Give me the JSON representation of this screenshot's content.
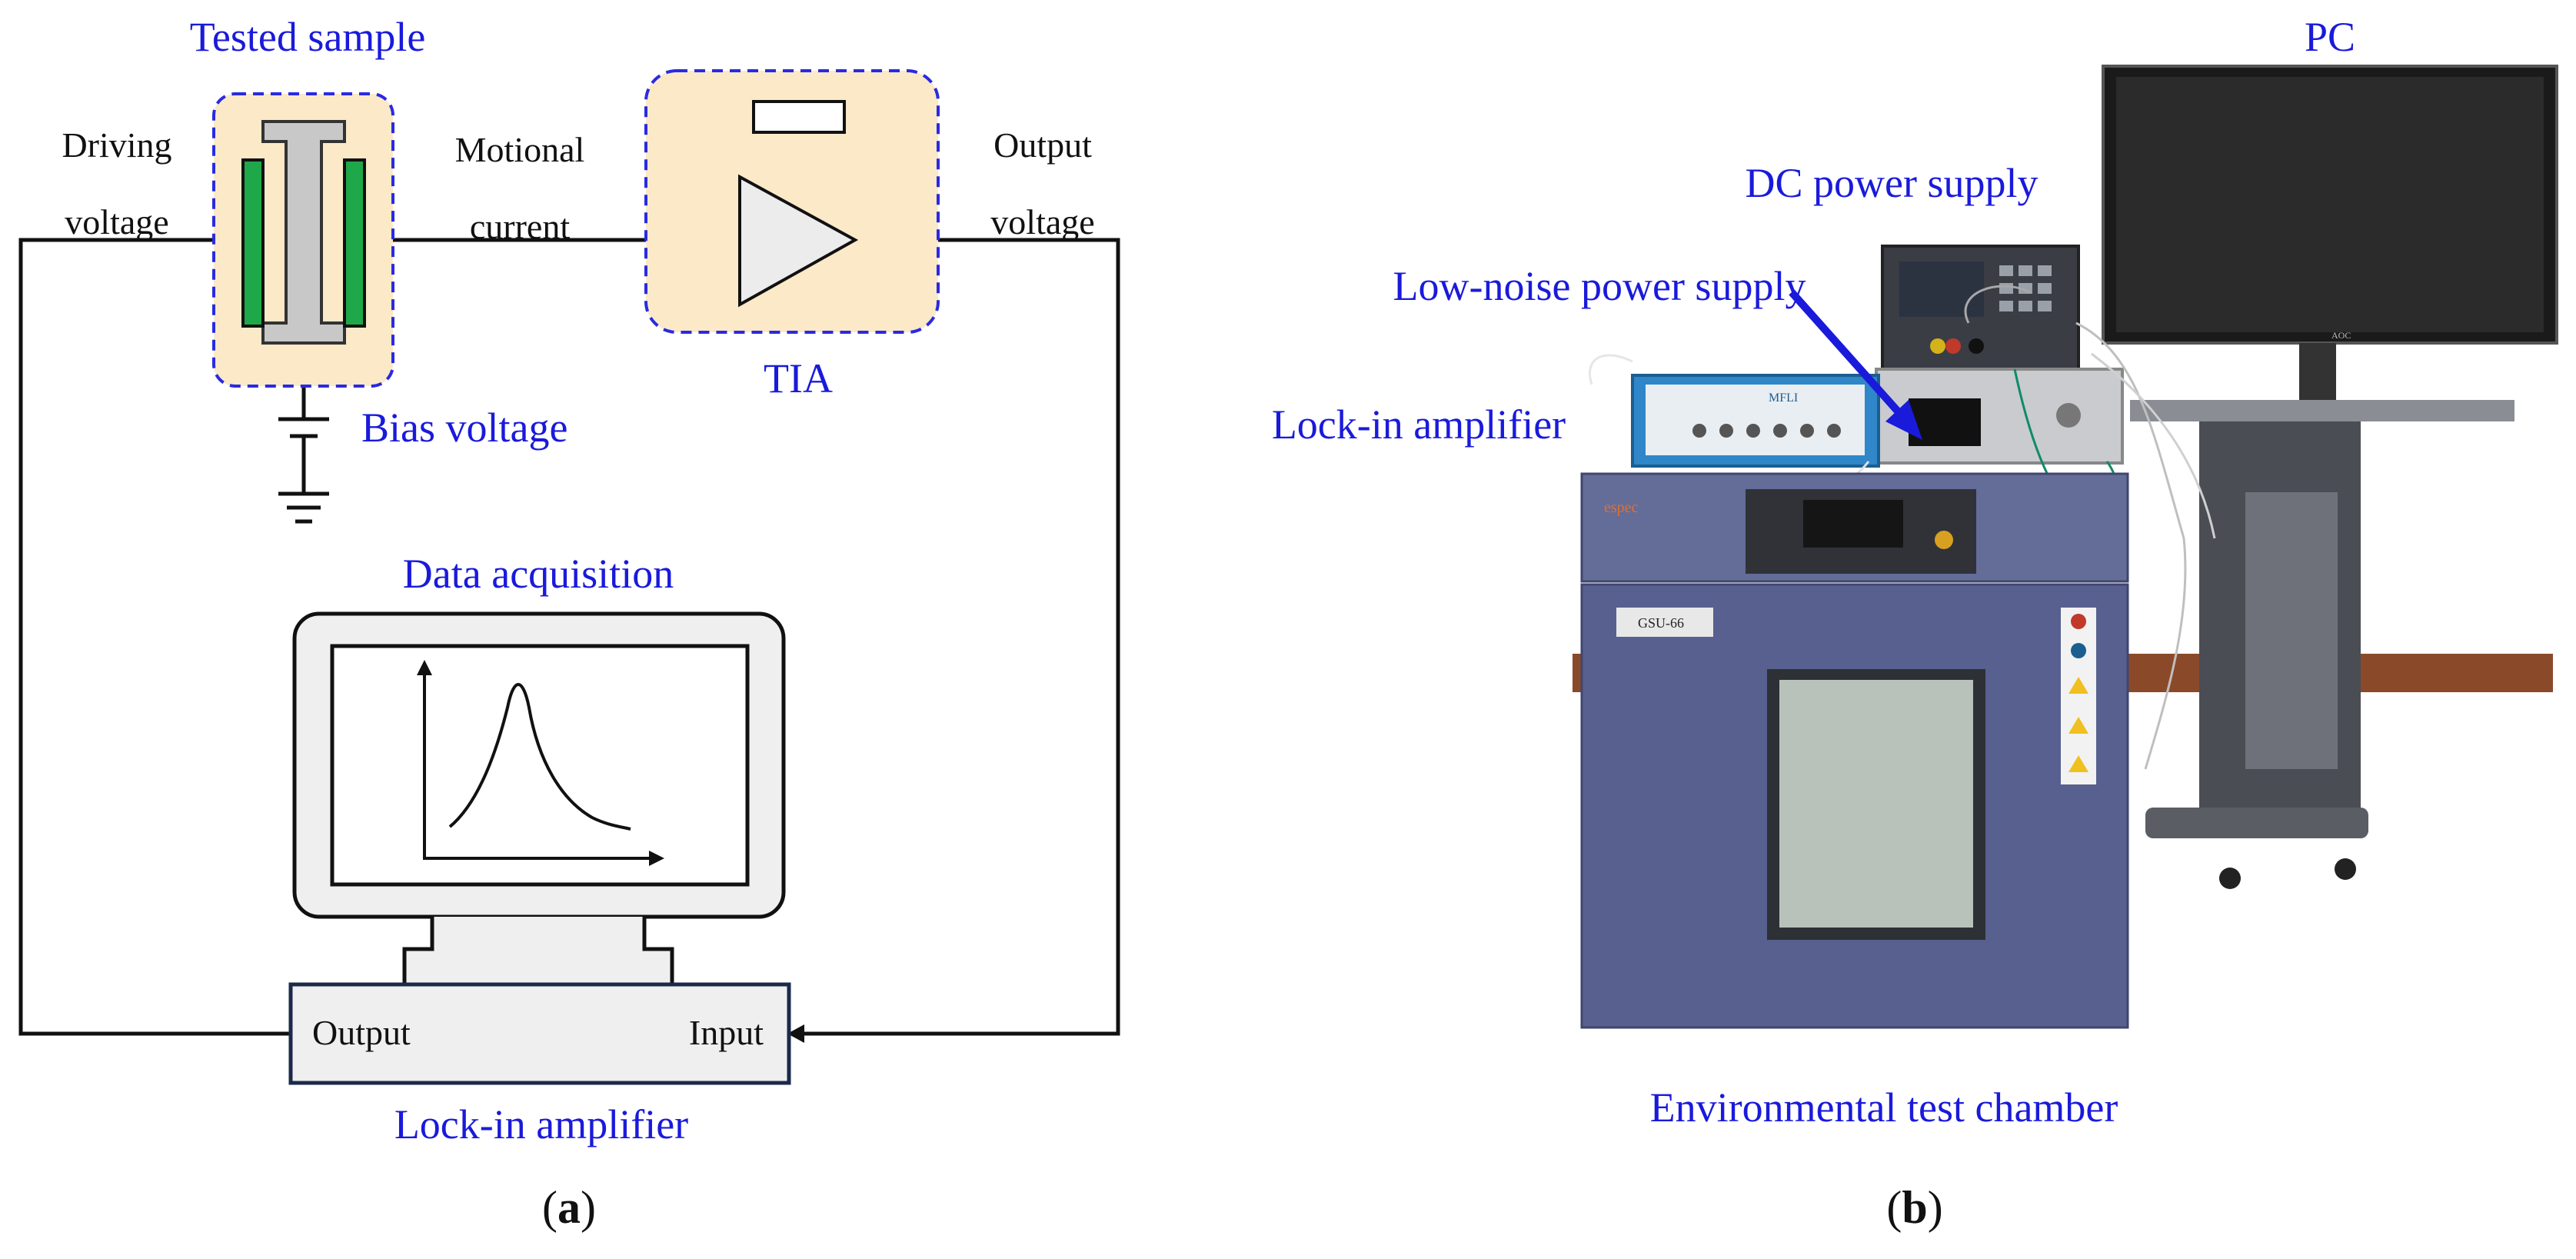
{
  "panel_a": {
    "tested_sample_label": "Tested sample",
    "driving_label_line1": "Driving",
    "driving_label_line2": "voltage",
    "motional_label_line1": "Motional",
    "motional_label_line2": "current",
    "output_label_line1": "Output",
    "output_label_line2": "voltage",
    "tia_label": "TIA",
    "bias_label": "Bias voltage",
    "data_acq_label": "Data acquisition",
    "lockin_output_label": "Output",
    "lockin_input_label": "Input",
    "lockin_label": "Lock-in amplifier",
    "caption_letter": "a"
  },
  "panel_b": {
    "pc_label": "PC",
    "dc_power_label": "DC power supply",
    "low_noise_label": "Low-noise power supply",
    "lockin_label": "Lock-in amplifier",
    "chamber_label": "Environmental test chamber",
    "caption_letter": "b",
    "lockin_device_text": "MFLI",
    "chamber_brand": "espec",
    "chamber_model": "GSU-66",
    "monitor_brand": "AOC"
  },
  "colors": {
    "label_blue": "#1a1adb",
    "dashed_blue": "#2a2ae0",
    "box_fill": "#fbe9c8",
    "electrode_green": "#1fa84a",
    "beam_gray": "#c8c8c8",
    "chamber_blue": "#58608f"
  }
}
